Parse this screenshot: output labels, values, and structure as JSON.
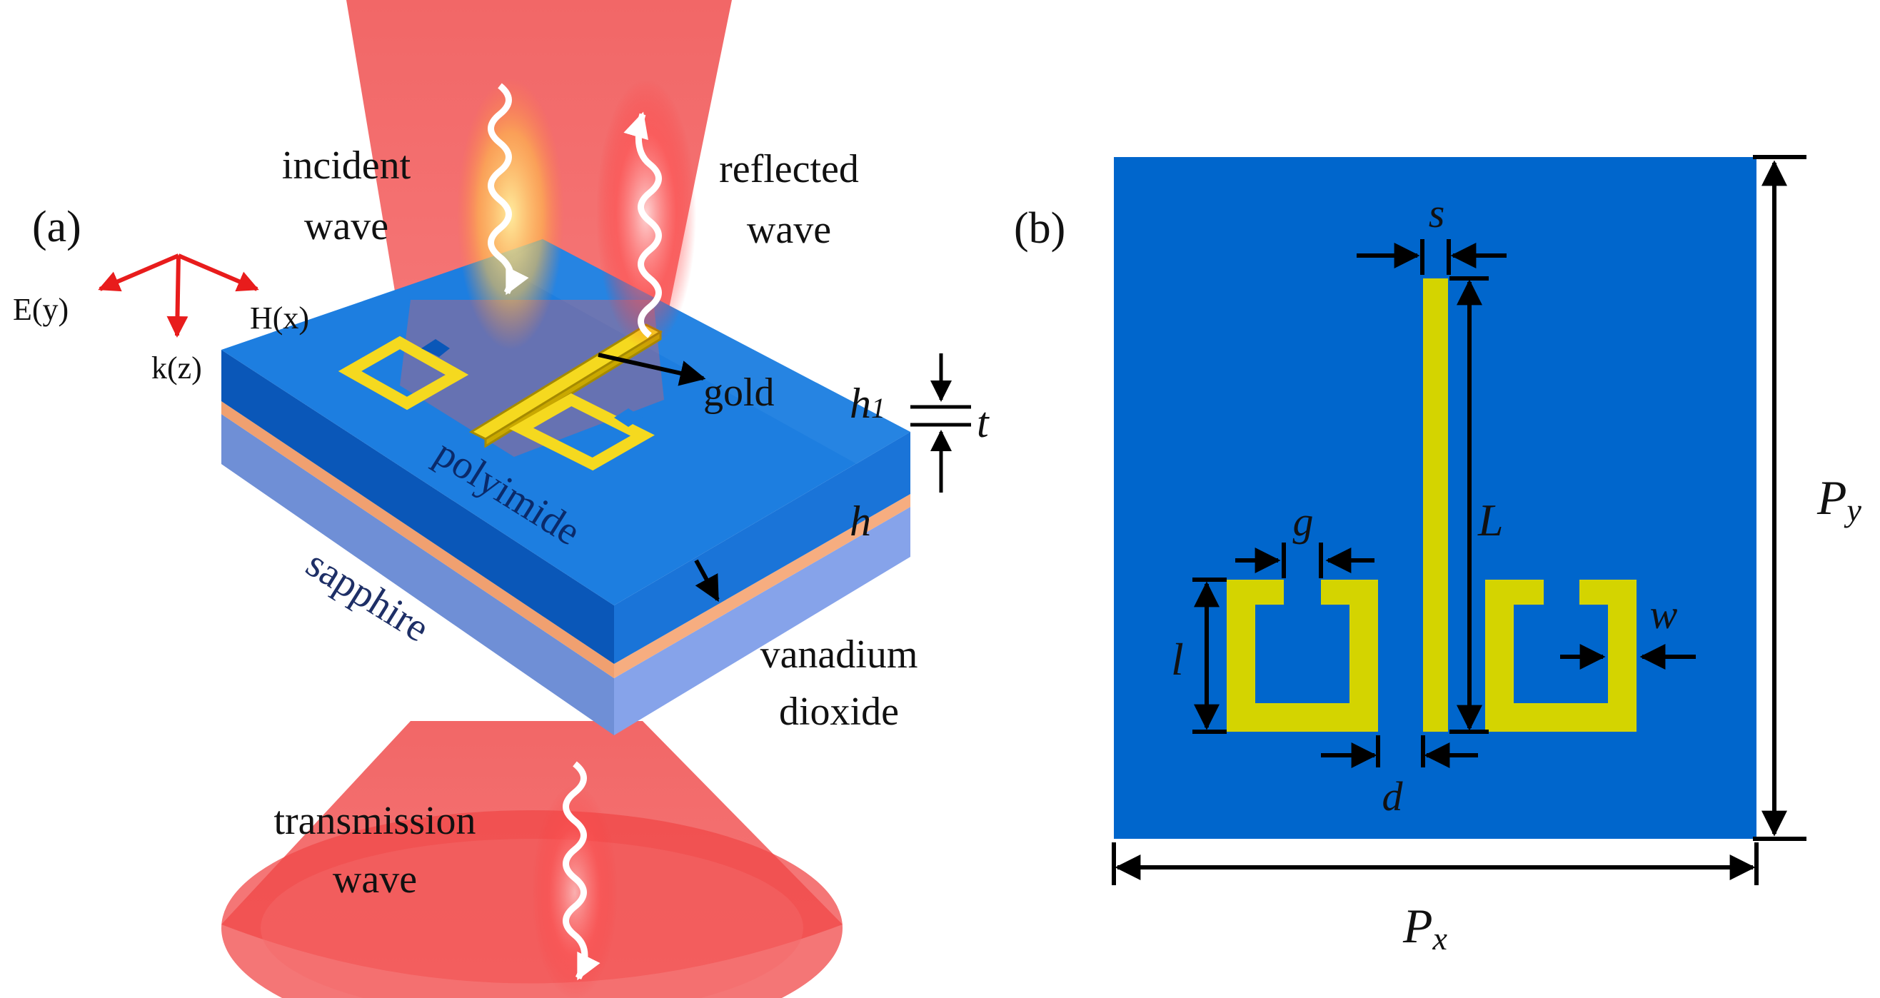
{
  "panel_a": {
    "label": "(a)",
    "incident": [
      "incident",
      "wave"
    ],
    "reflected": [
      "reflected",
      "wave"
    ],
    "transmission": [
      "transmission",
      "wave"
    ],
    "axis_e": "E(y)",
    "axis_h": "H(x)",
    "axis_k": "k(z)",
    "gold": "gold",
    "polyimide": "polyimide",
    "sapphire": "sapphire",
    "vanadium": [
      "vanadium",
      "dioxide"
    ],
    "h1_base": "h",
    "h1_sub": "1",
    "t": "t",
    "h": "h"
  },
  "panel_b": {
    "label": "(b)",
    "s": "s",
    "L": "L",
    "g": "g",
    "w": "w",
    "l": "l",
    "d": "d",
    "px_base": "P",
    "px_sub": "x",
    "py_base": "P",
    "py_sub": "y"
  },
  "colors": {
    "beam": "#f25b5b",
    "polyimide": "#0c6ad4",
    "polyimide_side": "#0a5bbd",
    "vanadium_dioxide": "#f2a070",
    "sapphire": "#7e9fe6",
    "gold": "#f5d91f",
    "axis_arrows": "#e81c1c",
    "unit_cell": "#0066cc",
    "resonator": "#d4d400"
  }
}
